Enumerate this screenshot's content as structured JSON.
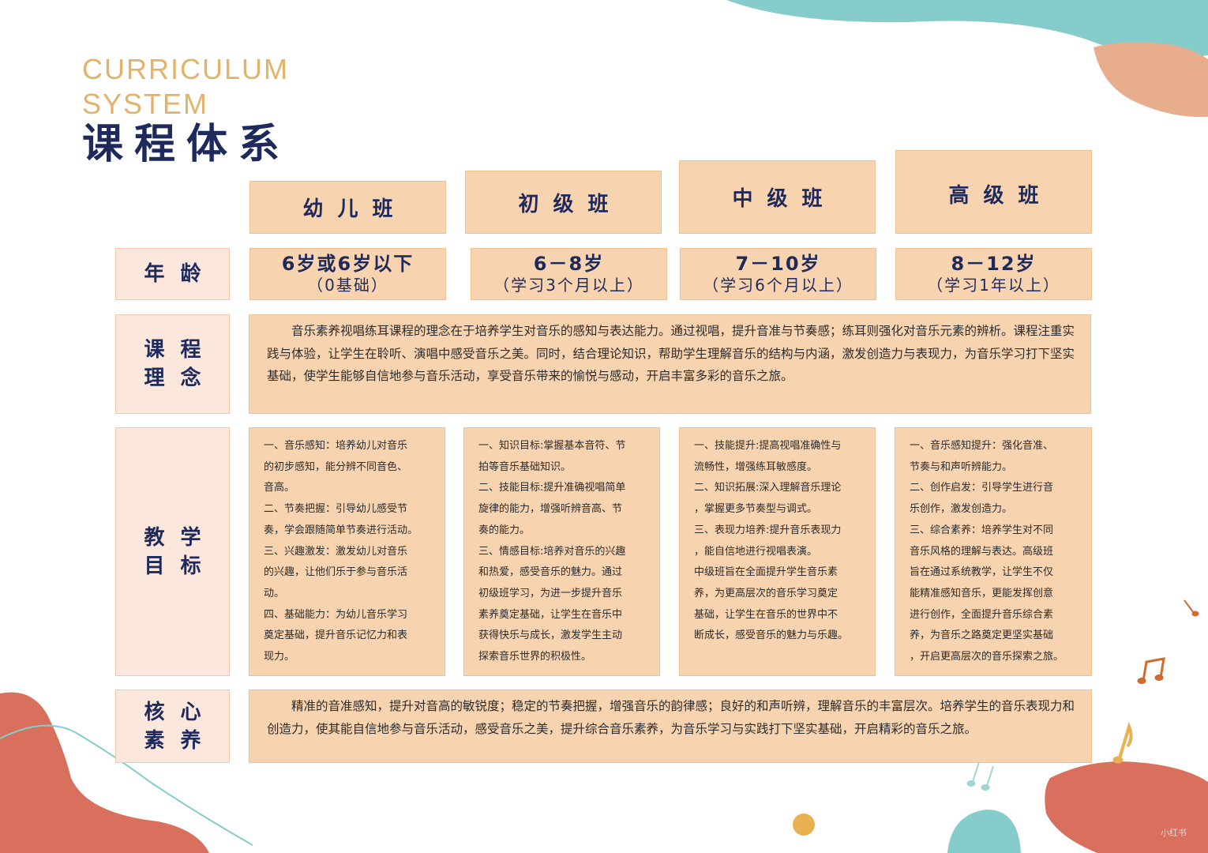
{
  "header": {
    "title_en": "CURRICULUM SYSTEM",
    "title_zh": "课程体系"
  },
  "classes": [
    {
      "name": "幼儿班",
      "age": "6岁或6岁以下",
      "age_note": "（0基础）"
    },
    {
      "name": "初级班",
      "age": "6－8岁",
      "age_note": "（学习3个月以上）"
    },
    {
      "name": "中级班",
      "age": "7－10岁",
      "age_note": "（学习6个月以上）"
    },
    {
      "name": "高级班",
      "age": "8－12岁",
      "age_note": "（学习1年以上）"
    }
  ],
  "rows": {
    "age_label": "年龄",
    "philosophy_label_1": "课程",
    "philosophy_label_2": "理念",
    "goals_label_1": "教学",
    "goals_label_2": "目标",
    "core_label_1": "核心",
    "core_label_2": "素养"
  },
  "philosophy": "音乐素养视唱练耳课程的理念在于培养学生对音乐的感知与表达能力。通过视唱，提升音准与节奏感；练耳则强化对音乐元素的辨析。课程注重实践与体验，让学生在聆听、演唱中感受音乐之美。同时，结合理论知识，帮助学生理解音乐的结构与内涵，激发创造力与表现力，为音乐学习打下坚实基础，使学生能够自信地参与音乐活动，享受音乐带来的愉悦与感动，开启丰富多彩的音乐之旅。",
  "goals": [
    "一、音乐感知：培养幼儿对音乐\n的初步感知，能分辨不同音色、\n音高。\n二、节奏把握：引导幼儿感受节\n奏，学会跟随简单节奏进行活动。\n三、兴趣激发：激发幼儿对音乐\n的兴趣，让他们乐于参与音乐活\n动。\n四、基础能力：为幼儿音乐学习\n奠定基础，提升音乐记忆力和表\n现力。",
    "一、知识目标:掌握基本音符、节\n拍等音乐基础知识。\n二、技能目标:提升准确视唱简单\n旋律的能力，增强听辨音高、节\n奏的能力。\n三、情感目标:培养对音乐的兴趣\n和热爱，感受音乐的魅力。通过\n初级班学习，为进一步提升音乐\n素养奠定基础，让学生在音乐中\n获得快乐与成长，激发学生主动\n探索音乐世界的积极性。",
    "一、技能提升:提高视唱准确性与\n流畅性，增强练耳敏感度。\n二、知识拓展:深入理解音乐理论\n，掌握更多节奏型与调式。\n三、表现力培养:提升音乐表现力\n，能自信地进行视唱表演。\n中级班旨在全面提升学生音乐素\n养，为更高层次的音乐学习奠定\n基础，让学生在音乐的世界中不\n断成长，感受音乐的魅力与乐趣。",
    "一、音乐感知提升：强化音准、\n节奏与和声听辨能力。\n二、创作启发：引导学生进行音\n乐创作，激发创造力。\n三、综合素养：培养学生对不同\n音乐风格的理解与表达。高级班\n旨在通过系统教学，让学生不仅\n能精准感知音乐，更能发挥创意\n进行创作，全面提升音乐综合素\n养，为音乐之路奠定更坚实基础\n，开启更高层次的音乐探索之旅。"
  ],
  "core": "精准的音准感知，提升对音高的敏锐度；稳定的节奏把握，增强音乐的韵律感；良好的和声听辨，理解音乐的丰富层次。培养学生的音乐表现力和创造力，使其能自信地参与音乐活动，感受音乐之美，提升综合音乐素养，为音乐学习与实践打下坚实基础，开启精彩的音乐之旅。",
  "watermark": "小红书",
  "colors": {
    "cell": "#f8d3b0",
    "cell_light": "#fbe7dc",
    "title_navy": "#1f2a5c",
    "title_gold": "#e2b36a",
    "teal": "#86cccb",
    "peach": "#e8ad8c",
    "coral": "#d9705d",
    "gold_dot": "#e7b24f"
  }
}
